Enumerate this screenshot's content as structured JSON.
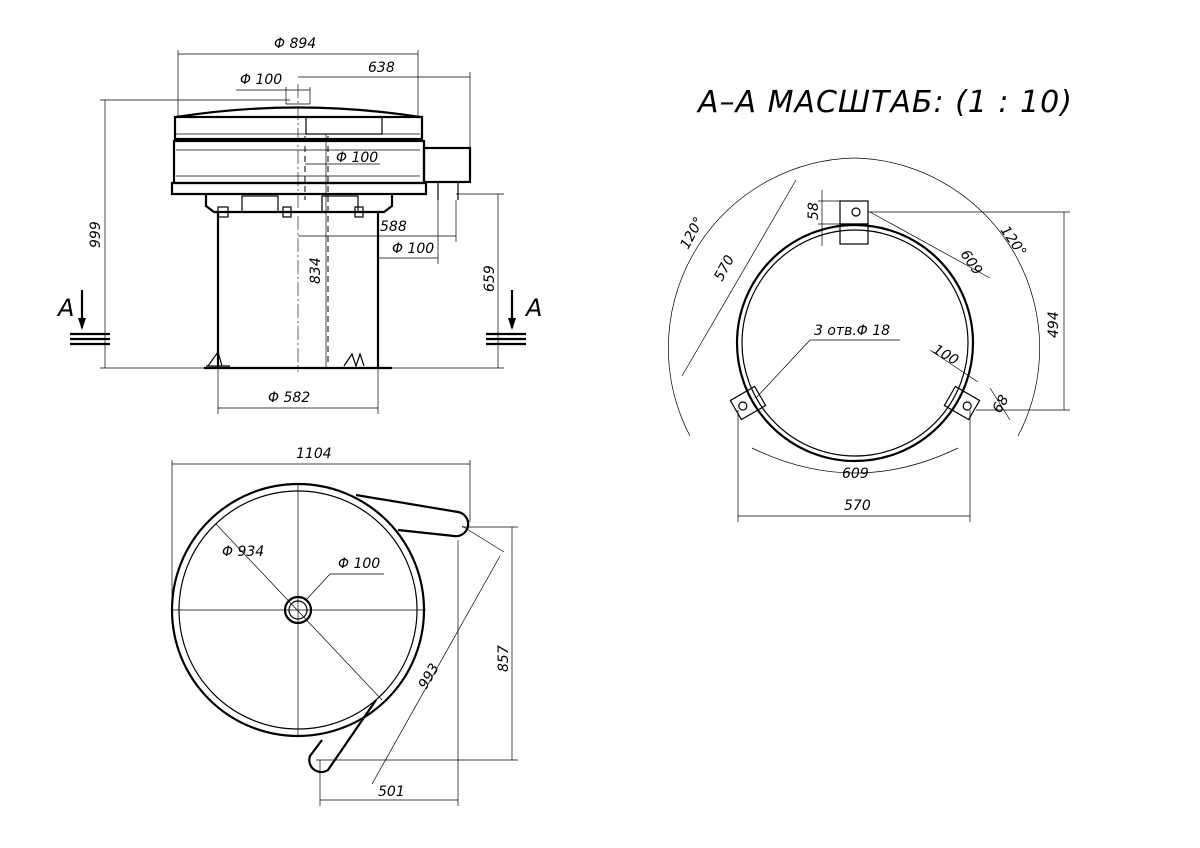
{
  "title": "А–А МАСШТАБ: (1 : 10)",
  "section_mark": "А",
  "front_view": {
    "d_top": "Φ 894",
    "w_638": "638",
    "d_top_pipe": "Φ 100",
    "d_inner_pipe": "Φ 100",
    "h_total": "999",
    "h_834": "834",
    "w_588": "588",
    "d_side_pipe": "Φ 100",
    "h_659": "659",
    "d_base": "Φ 582"
  },
  "plan_view": {
    "w_1104": "1104",
    "d_934": "Φ 934",
    "d_100": "Φ 100",
    "d_993": "993",
    "h_857": "857",
    "w_501": "501"
  },
  "section_view": {
    "ang_left": "120°",
    "ang_right": "120°",
    "r_570": "570",
    "h_58": "58",
    "d_609_top": "609",
    "holes": "3 отв.Φ 18",
    "w_100": "100",
    "w_68": "68",
    "h_494": "494",
    "d_609_bottom": "609",
    "w_570": "570"
  }
}
